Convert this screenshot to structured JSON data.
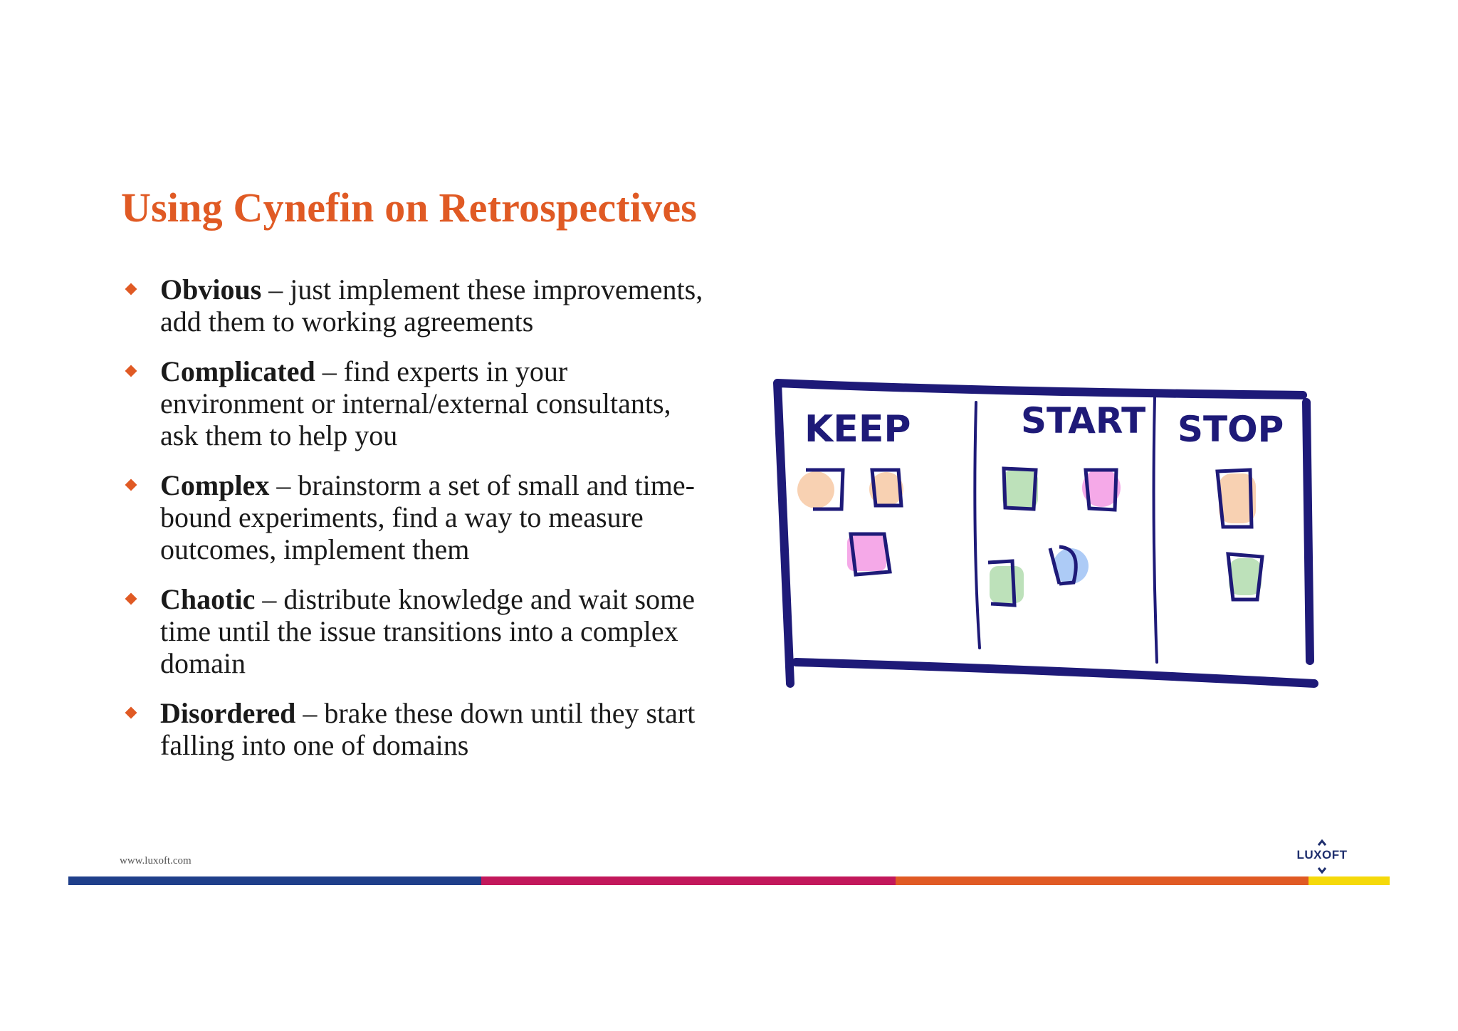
{
  "slide": {
    "title": "Using Cynefin on Retrospectives",
    "bullets": [
      {
        "term": "Obvious",
        "text": " – just implement these improvements, add them to working agreements"
      },
      {
        "term": "Complicated",
        "text": " – find experts in your environment or internal/external consultants, ask them to help you"
      },
      {
        "term": "Complex",
        "text": " – brainstorm a set of small and time-bound experiments, find a way to measure outcomes, implement them"
      },
      {
        "term": "Chaotic",
        "text": " – distribute knowledge and wait some time until the issue transitions into a complex domain"
      },
      {
        "term": "Disordered",
        "text": " – brake these down until they start falling into one of domains"
      }
    ]
  },
  "board": {
    "columns": [
      "KEEP",
      "START",
      "STOP"
    ],
    "colors": {
      "frame": "#1e1a78",
      "orange_note": "#f7c9a4",
      "pink_note": "#f4a0e6",
      "green_note": "#b9dfb6",
      "blue_note": "#a9c8f5"
    }
  },
  "footer": {
    "url": "www.luxoft.com",
    "logo_text": "LUXOFT",
    "colors": {
      "accent": "#e05a24",
      "blue": "#1f3f8a",
      "magenta": "#c2185b",
      "yellow": "#f5d90a"
    }
  }
}
